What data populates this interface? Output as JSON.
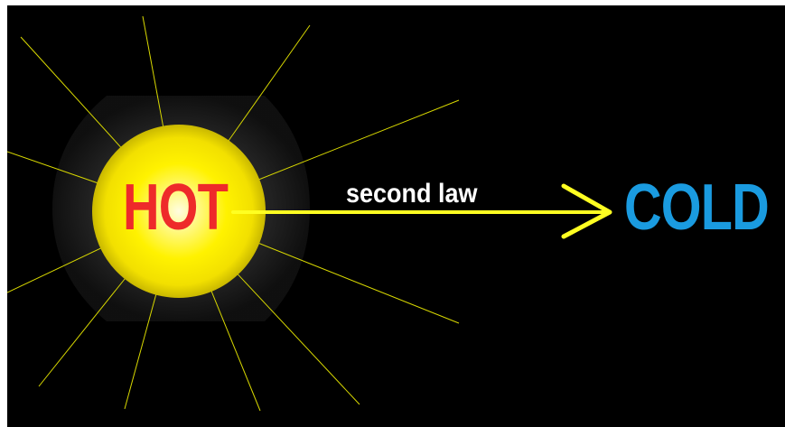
{
  "diagram": {
    "hot_label": "HOT",
    "cold_label": "COLD",
    "arrow_label": "second law",
    "colors": {
      "background": "#000000",
      "sun": "#fff200",
      "rays": "#d8d800",
      "arrow": "#ffff22",
      "hot_text": "#ee2a2a",
      "cold_text": "#1a9be0",
      "arrow_text": "#ffffff"
    }
  }
}
